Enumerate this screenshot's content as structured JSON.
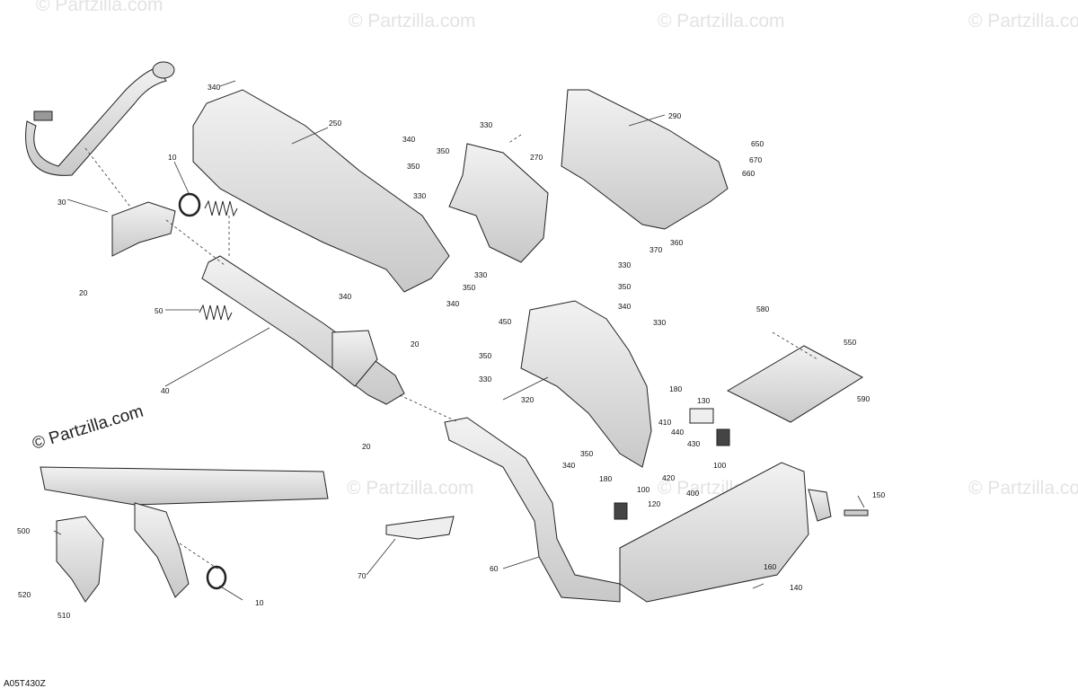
{
  "watermark": "© Partzilla.com",
  "brand": "© Partzilla.com",
  "diagram_code": "A05T430Z",
  "callouts": [
    {
      "id": "c1",
      "text": "340"
    },
    {
      "id": "c2",
      "text": "250"
    },
    {
      "id": "c3",
      "text": "30"
    },
    {
      "id": "c4",
      "text": "10"
    },
    {
      "id": "c5",
      "text": "20"
    },
    {
      "id": "c6",
      "text": "50"
    },
    {
      "id": "c7",
      "text": "40"
    },
    {
      "id": "c8",
      "text": "20"
    },
    {
      "id": "c9",
      "text": "20"
    },
    {
      "id": "c10",
      "text": "340"
    },
    {
      "id": "c11",
      "text": "350"
    },
    {
      "id": "c12",
      "text": "350"
    },
    {
      "id": "c13",
      "text": "330"
    },
    {
      "id": "c14",
      "text": "330"
    },
    {
      "id": "c15",
      "text": "270"
    },
    {
      "id": "c16",
      "text": "330"
    },
    {
      "id": "c17",
      "text": "340"
    },
    {
      "id": "c18",
      "text": "290"
    },
    {
      "id": "c19",
      "text": "650"
    },
    {
      "id": "c20",
      "text": "670"
    },
    {
      "id": "c21",
      "text": "660"
    },
    {
      "id": "c22",
      "text": "370"
    },
    {
      "id": "c23",
      "text": "360"
    },
    {
      "id": "c24",
      "text": "330"
    },
    {
      "id": "c25",
      "text": "350"
    },
    {
      "id": "c26",
      "text": "350"
    },
    {
      "id": "c27",
      "text": "340"
    },
    {
      "id": "c28",
      "text": "340"
    },
    {
      "id": "c29",
      "text": "450"
    },
    {
      "id": "c30",
      "text": "350"
    },
    {
      "id": "c31",
      "text": "330"
    },
    {
      "id": "c32",
      "text": "330"
    },
    {
      "id": "c33",
      "text": "580"
    },
    {
      "id": "c34",
      "text": "550"
    },
    {
      "id": "c35",
      "text": "320"
    },
    {
      "id": "c36",
      "text": "180"
    },
    {
      "id": "c37",
      "text": "130"
    },
    {
      "id": "c38",
      "text": "590"
    },
    {
      "id": "c39",
      "text": "410"
    },
    {
      "id": "c40",
      "text": "440"
    },
    {
      "id": "c41",
      "text": "430"
    },
    {
      "id": "c42",
      "text": "340"
    },
    {
      "id": "c43",
      "text": "350"
    },
    {
      "id": "c44",
      "text": "420"
    },
    {
      "id": "c45",
      "text": "100"
    },
    {
      "id": "c46",
      "text": "180"
    },
    {
      "id": "c47",
      "text": "100"
    },
    {
      "id": "c48",
      "text": "400"
    },
    {
      "id": "c49",
      "text": "120"
    },
    {
      "id": "c50",
      "text": "150"
    },
    {
      "id": "c51",
      "text": "500"
    },
    {
      "id": "c52",
      "text": "520"
    },
    {
      "id": "c53",
      "text": "510"
    },
    {
      "id": "c54",
      "text": "10"
    },
    {
      "id": "c55",
      "text": "70"
    },
    {
      "id": "c56",
      "text": "60"
    },
    {
      "id": "c57",
      "text": "160"
    },
    {
      "id": "c58",
      "text": "140"
    }
  ]
}
